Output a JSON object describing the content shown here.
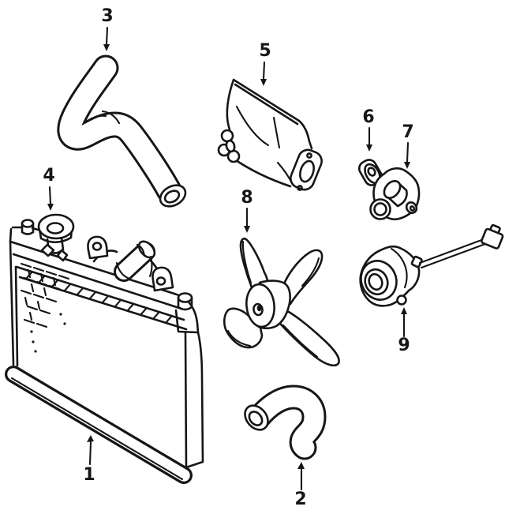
{
  "diagram": {
    "background_color": "#ffffff",
    "ink_color": "#161616",
    "callouts": [
      {
        "label": "1"
      },
      {
        "label": "2"
      },
      {
        "label": "3"
      },
      {
        "label": "4"
      },
      {
        "label": "5"
      },
      {
        "label": "6"
      },
      {
        "label": "7"
      },
      {
        "label": "8"
      },
      {
        "label": "9"
      }
    ]
  }
}
